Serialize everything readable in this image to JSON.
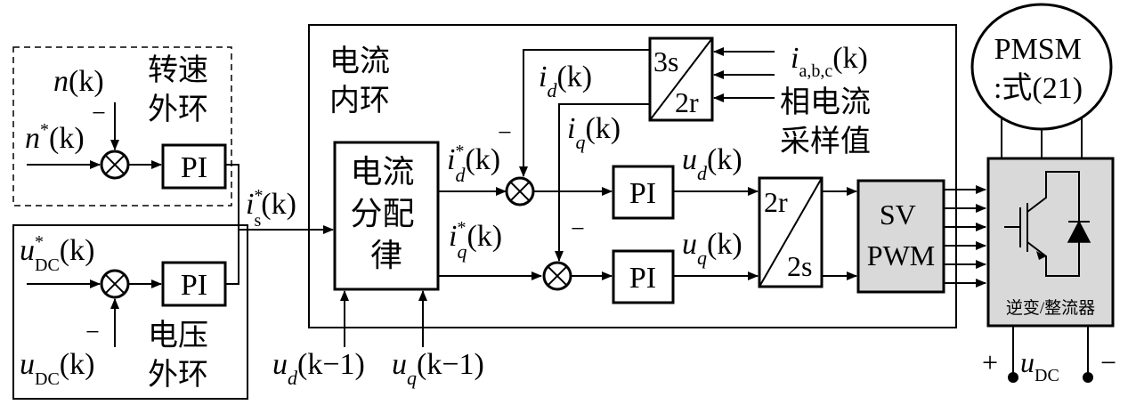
{
  "speed_loop": {
    "label_line1": "转速",
    "label_line2": "外环",
    "ref_sym": "n",
    "ref_arg": "(k)",
    "fb_sym": "n",
    "fb_arg": "(k)",
    "pi": "PI"
  },
  "voltage_loop": {
    "label_line1": "电压",
    "label_line2": "外环",
    "ref_sym": "u",
    "ref_sub": "DC",
    "ref_arg": "(k)",
    "fb_sym": "u",
    "fb_sub": "DC",
    "fb_arg": "(k)",
    "pi": "PI"
  },
  "is_ref": {
    "sym": "i",
    "sub": "s",
    "arg": "(k)"
  },
  "current_loop": {
    "label_line1": "电流",
    "label_line2": "内环",
    "allocation_line1": "电流",
    "allocation_line2": "分配",
    "allocation_line3": "律",
    "id_ref_arg": "(k)",
    "iq_ref_arg": "(k)",
    "pi_d": "PI",
    "pi_q": "PI",
    "transform_top": "3s",
    "transform_bottom": "2r",
    "id_fb_arg": "(k)",
    "iq_fb_arg": "(k)",
    "ud_arg": "(k)",
    "uq_arg": "(k)",
    "inv_top": "2r",
    "inv_bottom": "2s",
    "svpwm_line1": "SV",
    "svpwm_line2": "PWM"
  },
  "inputs": {
    "iabc_sym": "i",
    "iabc_sub": "a,b,c",
    "iabc_arg": "(k)",
    "phase_line1": "相电流",
    "phase_line2": "采样值",
    "ud_prev_arg": "(k−1)",
    "uq_prev_arg": "(k−1)"
  },
  "motor": {
    "line1": "PMSM",
    "line2": ":式(21)"
  },
  "inverter": {
    "label": "逆变/整流器",
    "plus": "+",
    "minus": "−",
    "udc_sym": "u",
    "udc_sub": "DC"
  },
  "signs": {
    "minus": "−",
    "star": "*"
  }
}
